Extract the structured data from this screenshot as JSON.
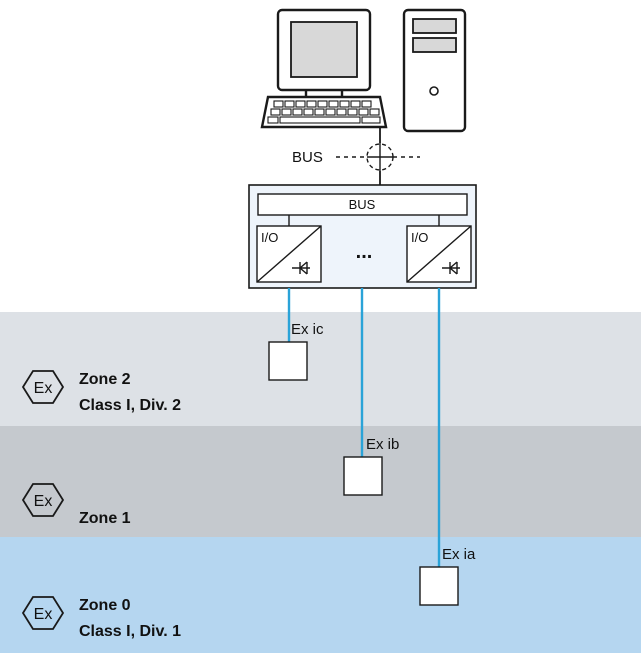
{
  "colors": {
    "zone2": "#dde1e6",
    "zone1": "#c5c9ce",
    "zone0": "#b5d6f0",
    "module_fill": "#eef4fb",
    "wire": "#2aa3d8",
    "stroke": "#1a1a1a"
  },
  "bus_label_top": "BUS",
  "io_module": {
    "bus_label": "BUS",
    "io_label_left": "I/O",
    "io_label_right": "I/O",
    "ellipsis": "..."
  },
  "zones": [
    {
      "icon": "ex-icon",
      "line1": "Zone 2",
      "line2": "Class I, Div. 2"
    },
    {
      "icon": "ex-icon",
      "line1": "Zone 1",
      "line2": ""
    },
    {
      "icon": "ex-icon",
      "line1": "Zone 0",
      "line2": "Class I, Div. 1"
    }
  ],
  "ex_symbol_text": "Ex",
  "field_devices": [
    {
      "protection": "Ex ic"
    },
    {
      "protection": "Ex ib"
    },
    {
      "protection": "Ex ia"
    }
  ]
}
